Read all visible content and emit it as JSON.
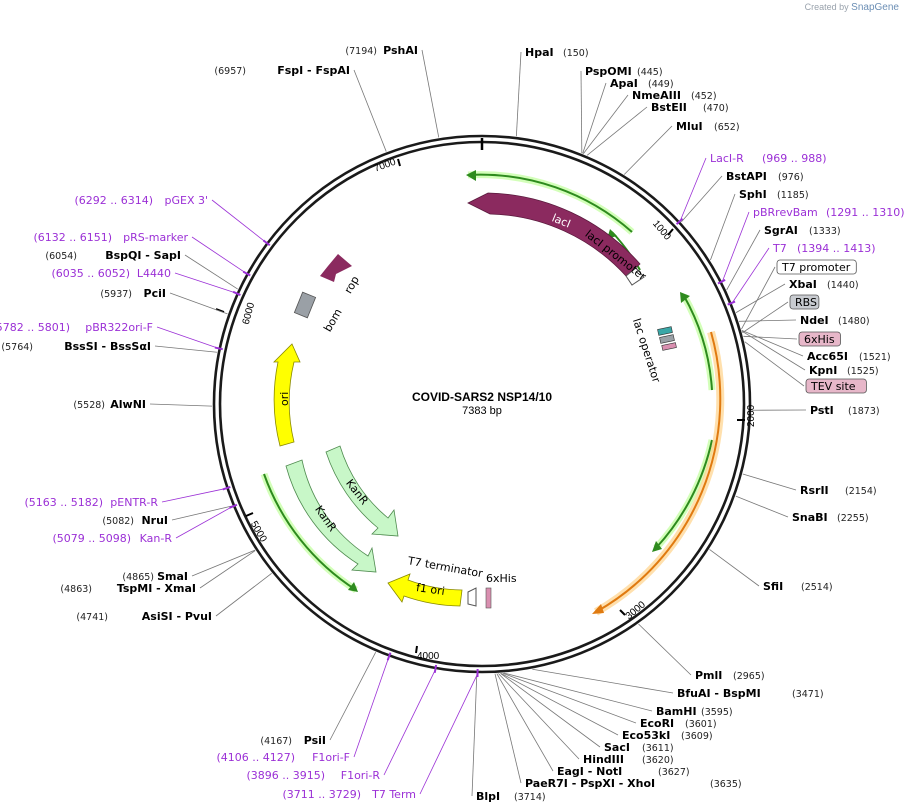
{
  "credit": {
    "prefix": "Created by",
    "brand": "SnapGene"
  },
  "plasmid": {
    "name": "COVID-SARS2 NSP14/10",
    "length_label": "7383 bp",
    "length": 7383
  },
  "ticks": [
    "1000",
    "2000",
    "3000",
    "4000",
    "5000",
    "6000",
    "7000"
  ],
  "colors": {
    "backbone": "#1a1a1a",
    "lacI": "#8b2a5f",
    "promoter_outline": "#555555",
    "kanR": "#c8f7c8",
    "ori": "#ffff00",
    "f1ori": "#ffff00",
    "bom": "#9aa0a6",
    "rop": "#8b2a5f",
    "orf_green": "#2e8b1e",
    "orf_orange": "#e07a10",
    "primer": "#9b30d6"
  },
  "features": [
    {
      "name": "lacI",
      "kind": "arrow"
    },
    {
      "name": "lacI promoter",
      "kind": "arrow"
    },
    {
      "name": "lac operator",
      "kind": "box"
    },
    {
      "name": "rop",
      "kind": "arrow"
    },
    {
      "name": "bom",
      "kind": "box"
    },
    {
      "name": "ori",
      "kind": "arrow"
    },
    {
      "name": "KanR",
      "kind": "arrow"
    },
    {
      "name": "KanR",
      "kind": "arrow"
    },
    {
      "name": "T7 terminator",
      "kind": "arrow"
    },
    {
      "name": "f1 ori",
      "kind": "arrow"
    },
    {
      "name": "6xHis",
      "kind": "box"
    }
  ],
  "left_labels": [
    {
      "pos": "(7194)",
      "name": "PshAI"
    },
    {
      "pos": "(6957)",
      "name": "FspI  -  FspAI"
    },
    {
      "pos": "(6292 .. 6314)",
      "name": "pGEX 3'",
      "primer": true
    },
    {
      "pos": "(6132 .. 6151)",
      "name": "pRS-marker",
      "primer": true
    },
    {
      "pos": "(6054)",
      "name": "BspQI  -  SapI"
    },
    {
      "pos": "(6035 .. 6052)",
      "name": "L4440",
      "primer": true
    },
    {
      "pos": "(5937)",
      "name": "PciI"
    },
    {
      "pos": "(5782 .. 5801)",
      "name": "pBR322ori-F",
      "primer": true
    },
    {
      "pos": "(5764)",
      "name": "BssSI  -  BssSαI"
    },
    {
      "pos": "(5528)",
      "name": "AlwNI"
    },
    {
      "pos": "(5163 .. 5182)",
      "name": "pENTR-R",
      "primer": true
    },
    {
      "pos": "(5082)",
      "name": "NruI"
    },
    {
      "pos": "(5079 .. 5098)",
      "name": "Kan-R",
      "primer": true
    },
    {
      "pos": "(4865)",
      "name": "SmaI"
    },
    {
      "pos": "(4863)",
      "name": "TspMI  -  XmaI"
    },
    {
      "pos": "(4741)",
      "name": "AsiSI  -  PvuI"
    },
    {
      "pos": "(4167)",
      "name": "PsiI"
    },
    {
      "pos": "(4106 .. 4127)",
      "name": "F1ori-F",
      "primer": true
    },
    {
      "pos": "(3896 .. 3915)",
      "name": "F1ori-R",
      "primer": true
    },
    {
      "pos": "(3711 .. 3729)",
      "name": "T7 Term",
      "primer": true
    }
  ],
  "right_labels": [
    {
      "name": "HpaI",
      "pos": "(150)"
    },
    {
      "name": "PspOMI",
      "pos": "(445)"
    },
    {
      "name": "ApaI",
      "pos": "(449)"
    },
    {
      "name": "NmeAIII",
      "pos": "(452)"
    },
    {
      "name": "BstEII",
      "pos": "(470)"
    },
    {
      "name": "MluI",
      "pos": "(652)"
    },
    {
      "name": "LacI-R",
      "pos": "(969 .. 988)",
      "primer": true
    },
    {
      "name": "BstAPI",
      "pos": "(976)"
    },
    {
      "name": "SphI",
      "pos": "(1185)"
    },
    {
      "name": "pBRrevBam",
      "pos": "(1291 .. 1310)",
      "primer": true
    },
    {
      "name": "SgrAI",
      "pos": "(1333)"
    },
    {
      "name": "T7",
      "pos": "(1394 .. 1413)",
      "primer": true
    },
    {
      "name": "T7 promoter",
      "pos": "",
      "box": "outline"
    },
    {
      "name": "XbaI",
      "pos": "(1440)"
    },
    {
      "name": "RBS",
      "pos": "",
      "box": "gray"
    },
    {
      "name": "NdeI",
      "pos": "(1480)"
    },
    {
      "name": "6xHis",
      "pos": "",
      "box": "pink"
    },
    {
      "name": "Acc65I",
      "pos": "(1521)"
    },
    {
      "name": "KpnI",
      "pos": "(1525)"
    },
    {
      "name": "TEV site",
      "pos": "",
      "box": "pink"
    },
    {
      "name": "PstI",
      "pos": "(1873)"
    },
    {
      "name": "RsrII",
      "pos": "(2154)"
    },
    {
      "name": "SnaBI",
      "pos": "(2255)"
    },
    {
      "name": "SfiI",
      "pos": "(2514)"
    },
    {
      "name": "PmlI",
      "pos": "(2965)"
    },
    {
      "name": "BfuAI  -  BspMI",
      "pos": "(3471)"
    },
    {
      "name": "BamHI",
      "pos": "(3595)"
    },
    {
      "name": "EcoRI",
      "pos": "(3601)"
    },
    {
      "name": "Eco53kI",
      "pos": "(3609)"
    },
    {
      "name": "SacI",
      "pos": "(3611)"
    },
    {
      "name": "HindIII",
      "pos": "(3620)"
    },
    {
      "name": "EagI  -  NotI",
      "pos": "(3627)"
    },
    {
      "name": "PaeR7I  -  PspXI  -  XhoI",
      "pos": "(3635)"
    },
    {
      "name": "BlpI",
      "pos": "(3714)"
    }
  ]
}
